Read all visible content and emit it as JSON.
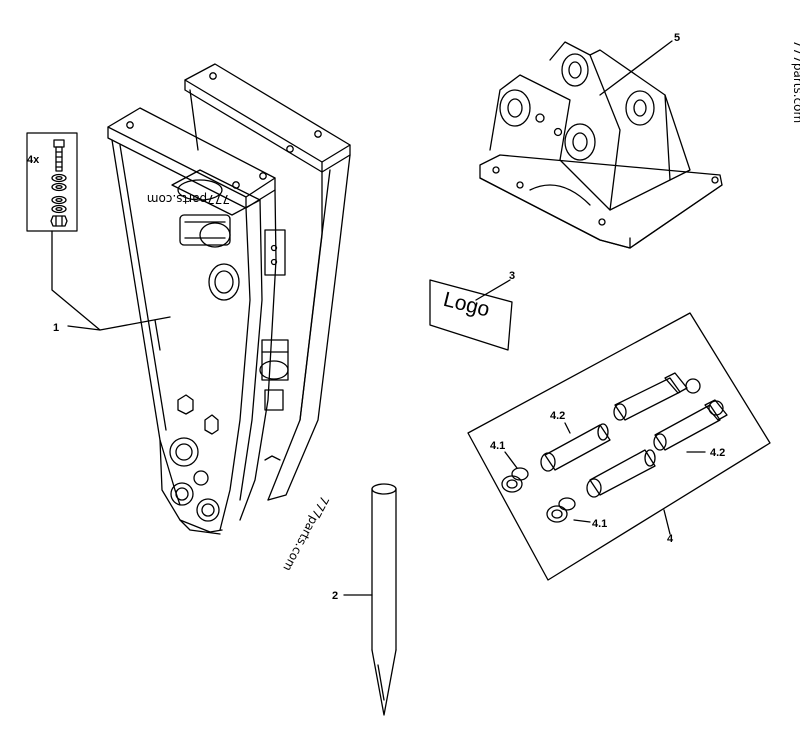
{
  "labels": {
    "part_1": "1",
    "part_2": "2",
    "part_3": "3",
    "part_4": "4",
    "part_4_1_a": "4.1",
    "part_4_1_b": "4.1",
    "part_4_2_a": "4.2",
    "part_4_2_b": "4.2",
    "part_5": "5",
    "bolt_qty": "4x"
  },
  "logo_text": "Logo",
  "watermarks": [
    "777parts.com",
    "777parts.com",
    "777parts.com"
  ]
}
